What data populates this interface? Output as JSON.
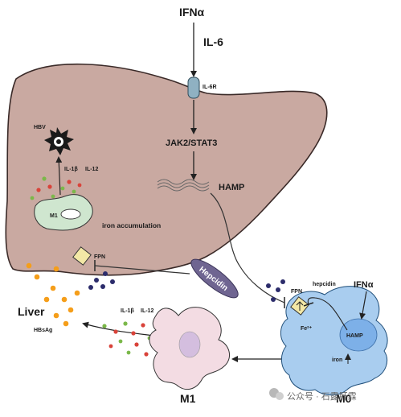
{
  "labels": {
    "ifn_top": "IFNα",
    "il6": "IL-6",
    "il6r": "IL-6R",
    "jak": "JAK2/STAT3",
    "hamp_liver": "HAMP",
    "hbv": "HBV",
    "il1b_top": "IL-1β",
    "il12_top": "IL-12",
    "m1_small": "M1",
    "iron_accum": "iron accumulation",
    "fpn_liver": "FPN",
    "hepcidin_pill": "Hepcidin",
    "liver": "Liver",
    "hbsag": "HBsAg",
    "il1b_bottom": "IL-1β",
    "il12_bottom": "IL-12",
    "m1_big": "M1",
    "fpn_m0": "FPN",
    "hepcidin_m0": "hepcidin",
    "ifn_m0": "IFNα",
    "fe2": "Fe²⁺",
    "hamp_m0": "HAMP",
    "iron_m0": "iron",
    "m0": "M0"
  },
  "watermark": "公众号 · 石露肝霖",
  "colors": {
    "liver": "#c9a9a1",
    "m1": "#cfe6cf",
    "m1_big": "#f3dce3",
    "m0": "#a9cdef",
    "m0_nucleus": "#7db0e8",
    "hepcidin_pill": "#6f6591",
    "receptor": "#8fb1c2",
    "fpn": "#f3e8a6",
    "iron_dot": "#f59e1a",
    "hepcidin_dot": "#2c2c6b",
    "cytokine_red": "#d9433a",
    "cytokine_green": "#7bb84a"
  }
}
